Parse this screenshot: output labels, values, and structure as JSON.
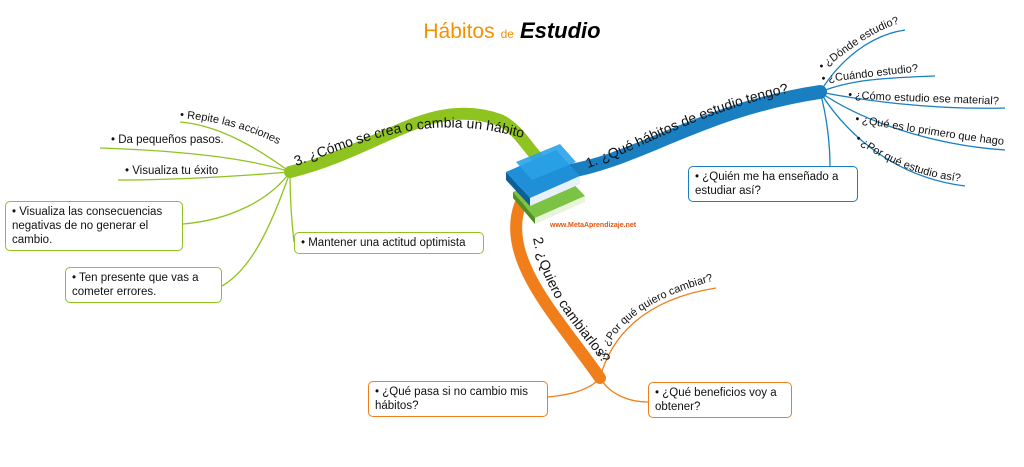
{
  "title": {
    "part1": "Hábitos",
    "part2": "de",
    "part3": "Estudio"
  },
  "website": "www.MetaAprendizaje.net",
  "colors": {
    "blue_branch": "#1a7fc1",
    "green_branch": "#8fc31f",
    "orange_branch": "#f07f1b",
    "title_accent": "#f39200"
  },
  "center_icon": "stack-of-books-icon",
  "branches": {
    "blue": {
      "label": "1. ¿Qué hábitos de estudio tengo?",
      "leaves": [
        "• ¿Dónde estudio?",
        "• ¿Cuándo estudio?",
        "• ¿Cómo estudio ese material?",
        "• ¿Qué es lo primero que hago",
        "• ¿Por qué estudio así?"
      ],
      "box": "• ¿Quién me ha enseñado a estudiar así?"
    },
    "green": {
      "label": "3. ¿Cómo se crea o cambia un hábito",
      "leaves": [
        "• Repite las acciones",
        "• Da pequeños pasos.",
        "• Visualiza tu éxito"
      ],
      "boxes": [
        "• Visualiza las consecuencias negativas de no generar el cambio.",
        "• Ten presente que vas a cometer errores.",
        "• Mantener una actitud optimista"
      ]
    },
    "orange": {
      "label": "2. ¿Quiero cambiarlos?",
      "sub_label": "1. ¿Por qué quiero cambiar?",
      "boxes": [
        "• ¿Qué pasa si no cambio mis hábitos?",
        "• ¿Qué beneficios voy a obtener?"
      ]
    }
  }
}
